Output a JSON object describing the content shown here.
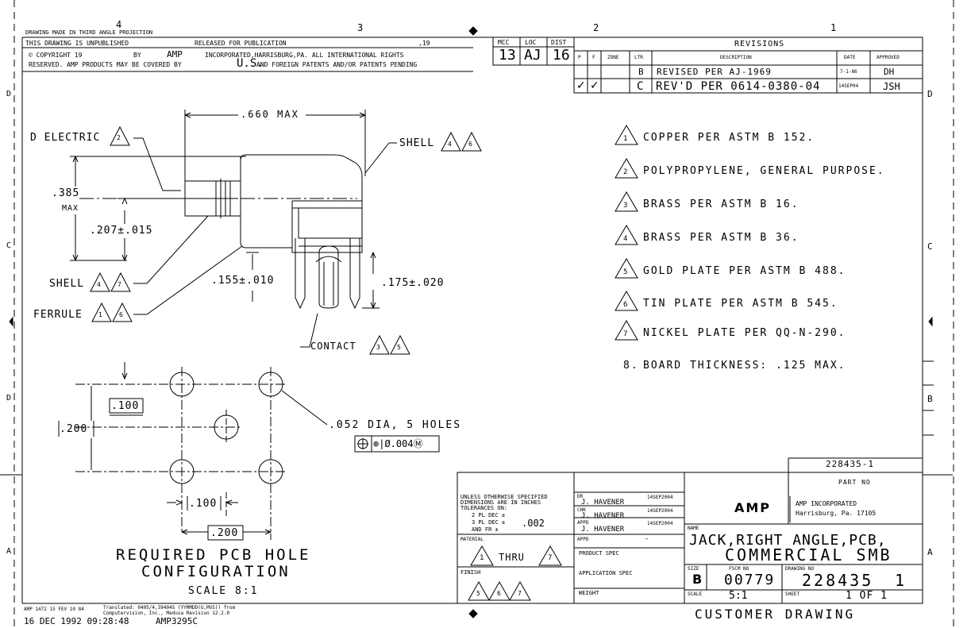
{
  "header": {
    "projection": "DRAWING MADE IN THIRD ANGLE PROJECTION",
    "unpublished": "THIS DRAWING IS UNPUBLISHED",
    "released": "RELEASED FOR PUBLICATION",
    "year_mark": ",19",
    "copyright_line1": "© COPYRIGHT 19",
    "copyright_by": "BY",
    "copyright_company": "AMP",
    "copyright_rest": "INCORPORATED,HARRISBURG,PA.  ALL INTERNATIONAL RIGHTS",
    "copyright_line2": "RESERVED. AMP PRODUCTS MAY BE COVERED BY",
    "us": "U.S.",
    "copyright_line2_end": "AND FOREIGN PATENTS AND/OR PATENTS PENDING"
  },
  "zones": {
    "top": [
      "4",
      "3",
      "2",
      "1"
    ],
    "left": [
      "D",
      "C",
      "D",
      "A"
    ],
    "right": [
      "D",
      "C",
      "B",
      "A"
    ]
  },
  "codes": {
    "mcc_label": "MCC",
    "mcc": "13",
    "loc_label": "LOC",
    "loc": "AJ",
    "dist_label": "DIST",
    "dist": "16"
  },
  "revisions": {
    "title": "REVISIONS",
    "headers": {
      "p": "P",
      "f": "F",
      "zone": "ZONE",
      "ltr": "LTR",
      "desc": "DESCRIPTION",
      "date": "DATE",
      "approved": "APPROVED"
    },
    "rows": [
      {
        "p": "",
        "f": "",
        "zone": "",
        "ltr": "B",
        "desc": "REVISED PER AJ-1969",
        "date": "7-1-86",
        "approved": "DH"
      },
      {
        "p": "✓",
        "f": "✓",
        "zone": "",
        "ltr": "C",
        "desc": "REV'D PER 0614-0380-04",
        "date": "14SEP04",
        "approved": "JSH"
      }
    ]
  },
  "dimensions": {
    "max_length": ".660 MAX",
    "height": ".385",
    "height_max": "MAX",
    "center": ".207±.015",
    "ferrule_dim": ".155±.010",
    "contact_dim": ".175±.020",
    "grid": ".100",
    "vgrid": ".200",
    "bottom_small": ".100",
    "bottom_large": ".200"
  },
  "callouts": {
    "dielectric": "D ELECTRIC",
    "dielectric_notes": [
      "2"
    ],
    "shell_top": "SHELL",
    "shell_top_notes": [
      "4",
      "6"
    ],
    "shell_left": "SHELL",
    "shell_left_notes": [
      "4",
      "7"
    ],
    "ferrule": "FERRULE",
    "ferrule_notes": [
      "1",
      "6"
    ],
    "contact": "CONTACT",
    "contact_notes": [
      "3",
      "5"
    ],
    "holes": ".052 DIA, 5 HOLES",
    "tolerance": "⊕|Ø.004Ⓜ"
  },
  "notes": [
    {
      "num": "1",
      "text": "COPPER PER ASTM B 152."
    },
    {
      "num": "2",
      "text": "POLYPROPYLENE, GENERAL PURPOSE."
    },
    {
      "num": "3",
      "text": "BRASS PER ASTM B 16."
    },
    {
      "num": "4",
      "text": "BRASS PER ASTM B 36."
    },
    {
      "num": "5",
      "text": "GOLD PLATE PER ASTM B 488."
    },
    {
      "num": "6",
      "text": "TIN PLATE PER ASTM B 545."
    },
    {
      "num": "7",
      "text": "NICKEL PLATE PER QQ-N-290."
    },
    {
      "num": "8.",
      "text": "BOARD THICKNESS: .125 MAX."
    }
  ],
  "pcb": {
    "title1": "REQUIRED PCB HOLE",
    "title2": "CONFIGURATION",
    "scale": "SCALE 8:1"
  },
  "title_block": {
    "tolerances": [
      "UNLESS OTHERWISE SPECIFIED",
      "DIMENSIONS ARE IN INCHES",
      "TOLERANCES ON:",
      "2 PL DEC ±",
      "3 PL DEC ±",
      "AND FR ±"
    ],
    "tol_3pl": ".002",
    "dr_label": "DR",
    "dr_name": "J. HAVENER",
    "dr_date": "14SEP2004",
    "chk_label": "CHK",
    "chk_name": "J. HAVENER",
    "chk_date": "14SEP2004",
    "appd_label": "APPD",
    "appd_name": "J. HAVENER",
    "appd_date": "14SEP2004",
    "appd2_label": "APPD",
    "appd2_value": "-",
    "material_label": "MATERIAL",
    "material_from": "1",
    "material_thru": "THRU",
    "material_to": "7",
    "finish_label": "FINISH",
    "finish_notes": [
      "5",
      "6",
      "7"
    ],
    "product_spec": "PRODUCT SPEC",
    "application_spec": "APPLICATION SPEC",
    "weight": "WEIGHT",
    "part_no_value": "228435-1",
    "part_no_label": "PART NO",
    "logo": "AMP",
    "company": "AMP INCORPORATED",
    "city": "Harrisburg, Pa. 17105",
    "name_label": "NAME",
    "name_line1": "JACK,RIGHT ANGLE,PCB,",
    "name_line2": "COMMERCIAL SMB",
    "size_label": "SIZE",
    "size": "B",
    "fscm_label": "FSCM NO",
    "fscm": "00779",
    "dwg_label": "DRAWING NO",
    "dwg": "228435",
    "rev": "1",
    "scale_label": "SCALE",
    "scale": "5:1",
    "sheet_label": "SHEET",
    "sheet": "1 OF 1",
    "customer": "CUSTOMER DRAWING"
  },
  "footer": {
    "form": "AMP 1472 15 FEV 10 84",
    "translated": "Translated: 0405/4,39404S (YYMMDD(U,MVS)) from",
    "translated2": "Computervision, Inc., Medusa Revision 12.2.0",
    "timestamp": "16 DEC 1992 09:28:48",
    "file": "AMP3295C"
  }
}
